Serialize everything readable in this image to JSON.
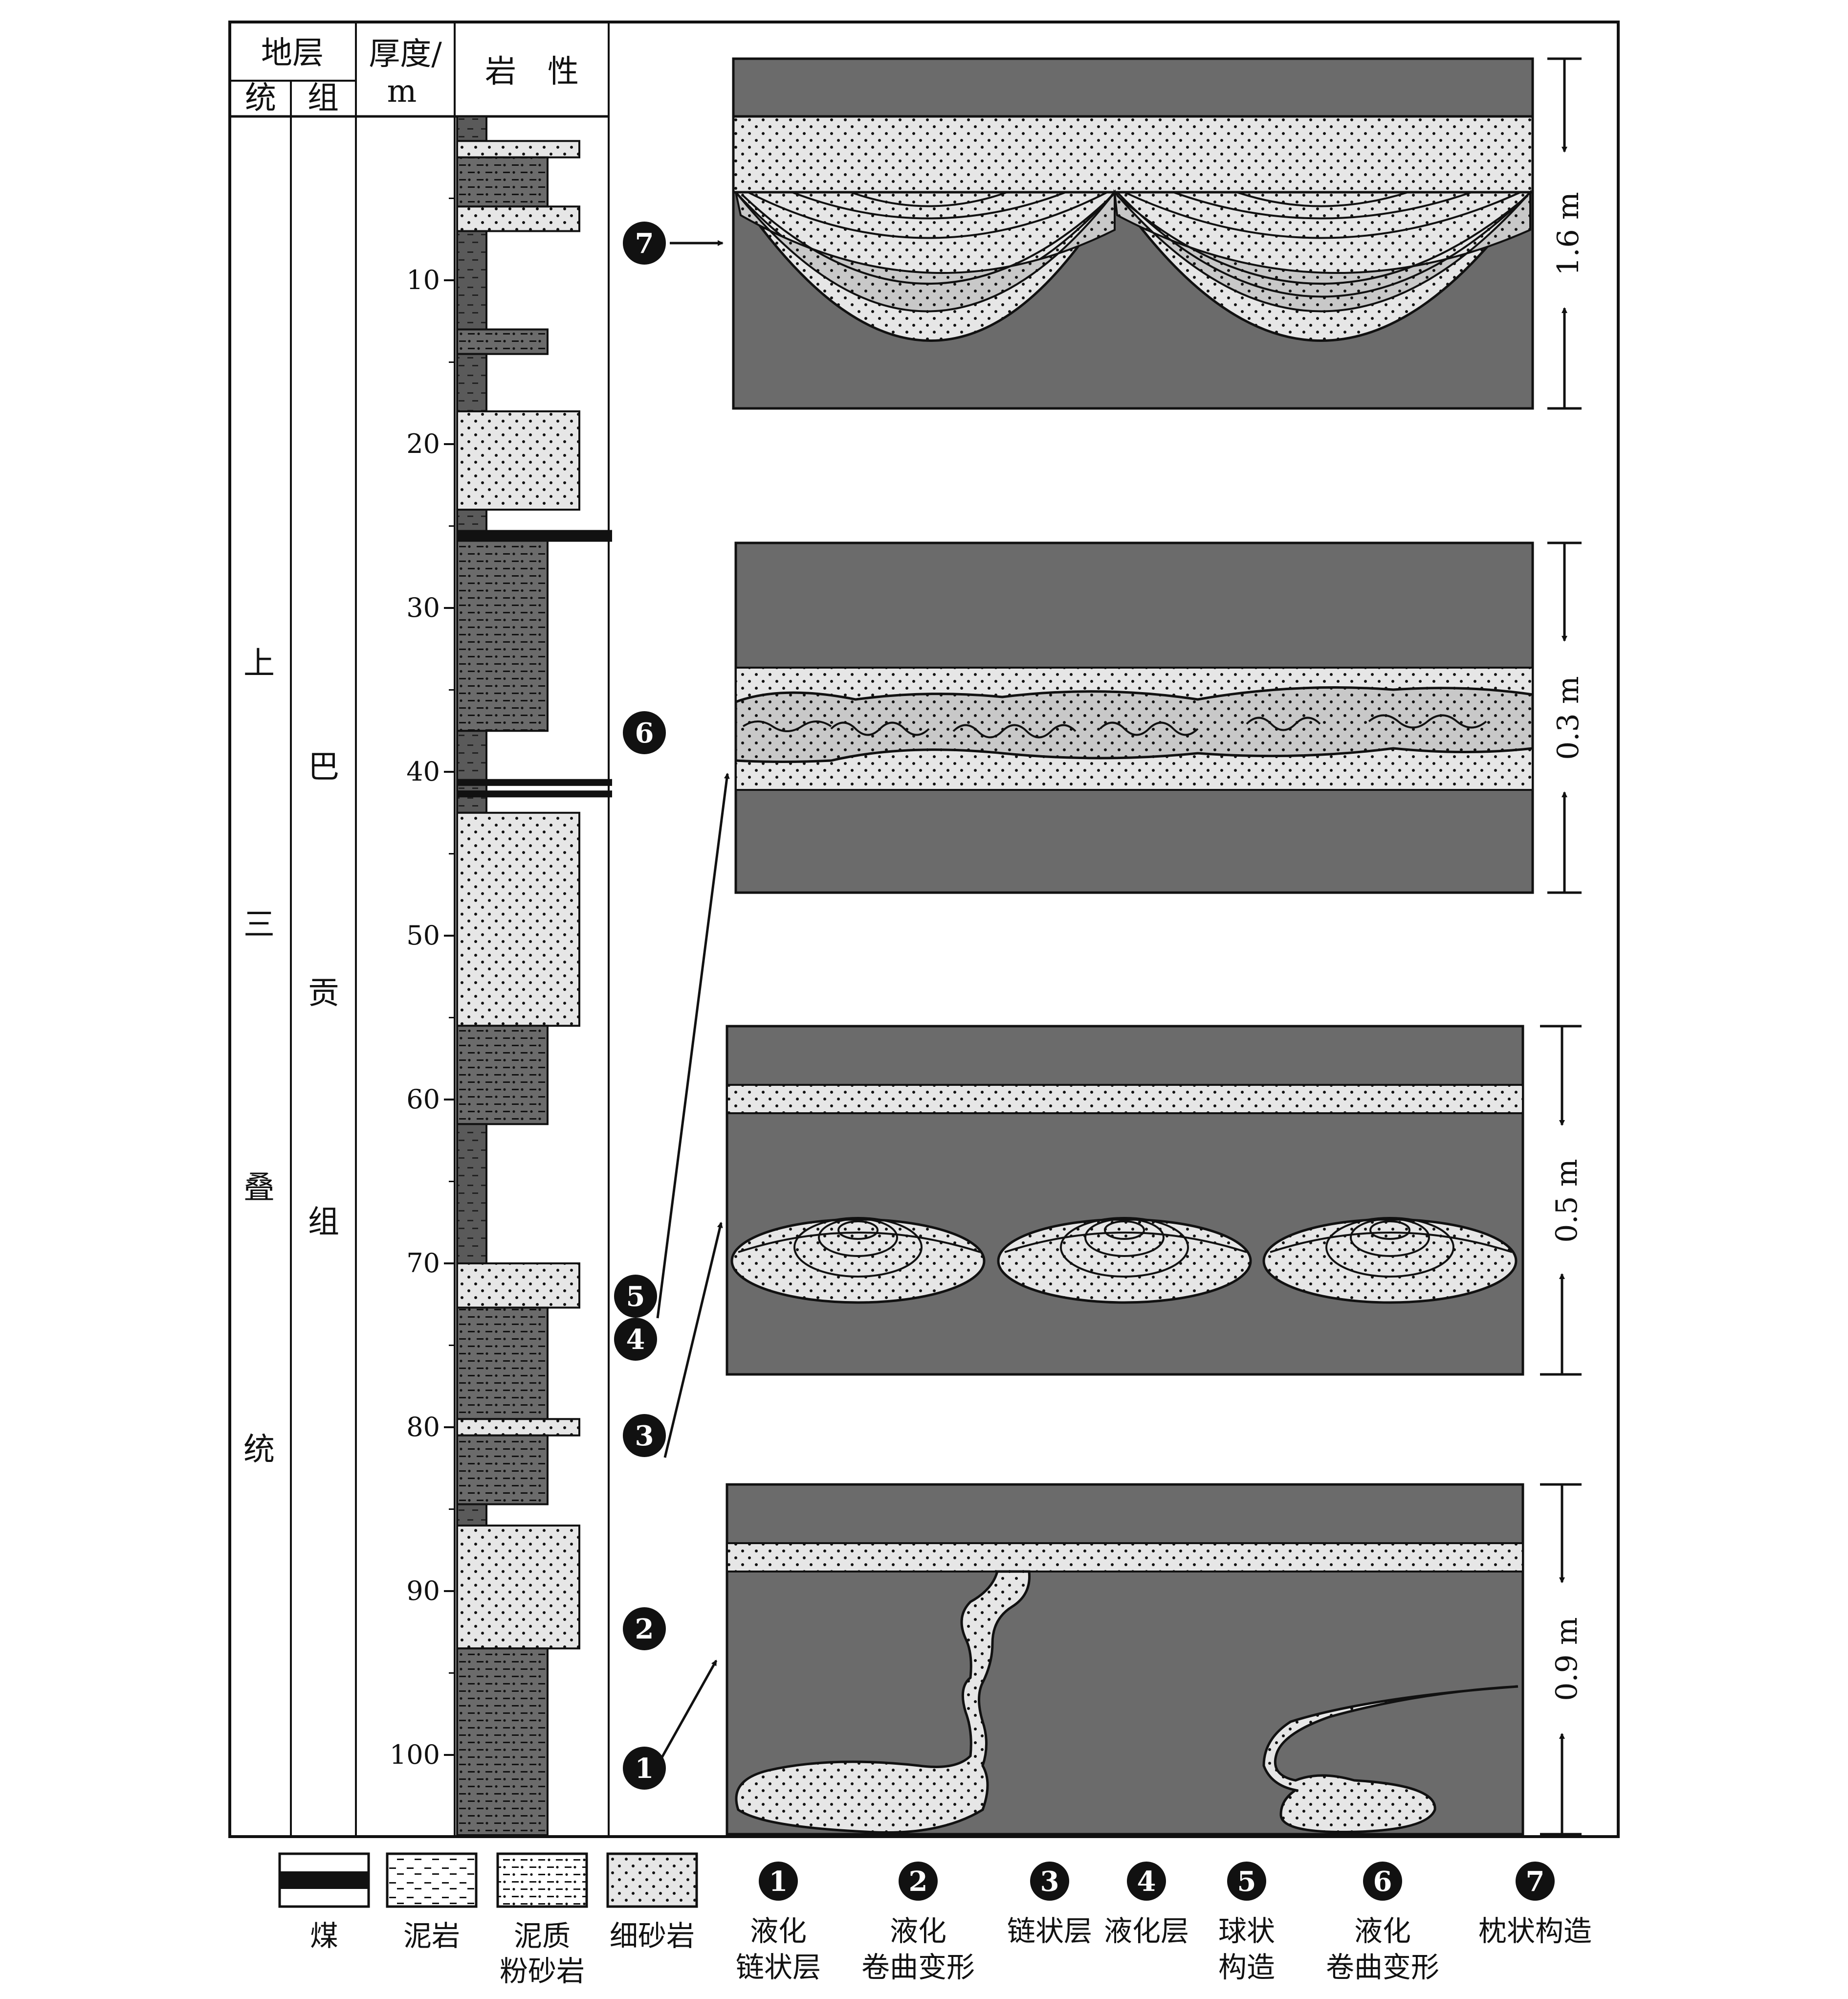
{
  "header": {
    "stratum": "地层",
    "series": "统",
    "formation": "组",
    "thickness_line1": "厚度/",
    "thickness_line2": "m",
    "lithology": "岩　性"
  },
  "series_name": [
    "上",
    "三",
    "叠",
    "统"
  ],
  "formation_name": [
    "巴",
    "贡",
    "组"
  ],
  "depth_ticks": [
    10,
    20,
    30,
    40,
    50,
    60,
    70,
    80,
    90,
    100
  ],
  "lithology_column": [
    {
      "top": 0,
      "bottom": 1.5,
      "type": "mudstone"
    },
    {
      "top": 1.5,
      "bottom": 2.5,
      "type": "fine_sandstone"
    },
    {
      "top": 2.5,
      "bottom": 5.5,
      "type": "muddy_siltstone"
    },
    {
      "top": 5.5,
      "bottom": 7,
      "type": "fine_sandstone"
    },
    {
      "top": 7,
      "bottom": 13,
      "type": "mudstone"
    },
    {
      "top": 13,
      "bottom": 14.5,
      "type": "muddy_siltstone"
    },
    {
      "top": 14.5,
      "bottom": 18,
      "type": "mudstone"
    },
    {
      "top": 18,
      "bottom": 24,
      "type": "fine_sandstone"
    },
    {
      "top": 24,
      "bottom": 25.3,
      "type": "mudstone"
    },
    {
      "top": 25.3,
      "bottom": 25.9,
      "type": "coal"
    },
    {
      "top": 25.9,
      "bottom": 37.5,
      "type": "muddy_siltstone"
    },
    {
      "top": 37.5,
      "bottom": 40.5,
      "type": "mudstone"
    },
    {
      "top": 40.5,
      "bottom": 40.8,
      "type": "coal"
    },
    {
      "top": 40.8,
      "bottom": 41.2,
      "type": "mudstone"
    },
    {
      "top": 41.2,
      "bottom": 41.5,
      "type": "coal"
    },
    {
      "top": 41.5,
      "bottom": 42.5,
      "type": "mudstone"
    },
    {
      "top": 42.5,
      "bottom": 55.5,
      "type": "fine_sandstone"
    },
    {
      "top": 55.5,
      "bottom": 61.5,
      "type": "muddy_siltstone"
    },
    {
      "top": 61.5,
      "bottom": 70,
      "type": "mudstone"
    },
    {
      "top": 70,
      "bottom": 72.7,
      "type": "fine_sandstone"
    },
    {
      "top": 72.7,
      "bottom": 79.5,
      "type": "muddy_siltstone"
    },
    {
      "top": 79.5,
      "bottom": 80.5,
      "type": "fine_sandstone"
    },
    {
      "top": 80.5,
      "bottom": 84.7,
      "type": "muddy_siltstone"
    },
    {
      "top": 84.7,
      "bottom": 86,
      "type": "mudstone"
    },
    {
      "top": 86,
      "bottom": 93.5,
      "type": "fine_sandstone"
    },
    {
      "top": 93.5,
      "bottom": 105,
      "type": "muddy_siltstone"
    }
  ],
  "markers": [
    {
      "id": "1",
      "depth": 101
    },
    {
      "id": "2",
      "depth": 91
    },
    {
      "id": "3",
      "depth": 81
    },
    {
      "id": "4",
      "depth": 73
    },
    {
      "id": "5",
      "depth": 71
    },
    {
      "id": "6",
      "depth": 38
    },
    {
      "id": "7",
      "depth": 6
    }
  ],
  "panels": [
    {
      "id": "7",
      "scale": "1.6 m"
    },
    {
      "id": "6",
      "scale": "0.3 m"
    },
    {
      "id": "5",
      "scale": "0.5 m"
    },
    {
      "id": "2",
      "scale": "0.9 m"
    }
  ],
  "legend_lithology": [
    {
      "key": "coal",
      "label": "煤"
    },
    {
      "key": "mudstone",
      "label": "泥岩"
    },
    {
      "key": "muddy_siltstone",
      "label_line1": "泥质",
      "label_line2": "粉砂岩"
    },
    {
      "key": "fine_sandstone",
      "label": "细砂岩"
    }
  ],
  "legend_structures": [
    {
      "id": "1",
      "label_line1": "液化",
      "label_line2": "链状层"
    },
    {
      "id": "2",
      "label_line1": "液化",
      "label_line2": "卷曲变形"
    },
    {
      "id": "3",
      "label_line1": "链状层"
    },
    {
      "id": "4",
      "label_line1": "液化层"
    },
    {
      "id": "5",
      "label_line1": "球状",
      "label_line2": "构造"
    },
    {
      "id": "6",
      "label_line1": "液化",
      "label_line2": "卷曲变形"
    },
    {
      "id": "7",
      "label_line1": "枕状构造"
    }
  ],
  "colors": {
    "mud_dark": "#6b6b6b",
    "sand_light": "#e6e6e6",
    "sand_mid": "#c8c8c8",
    "outline": "#111111"
  }
}
